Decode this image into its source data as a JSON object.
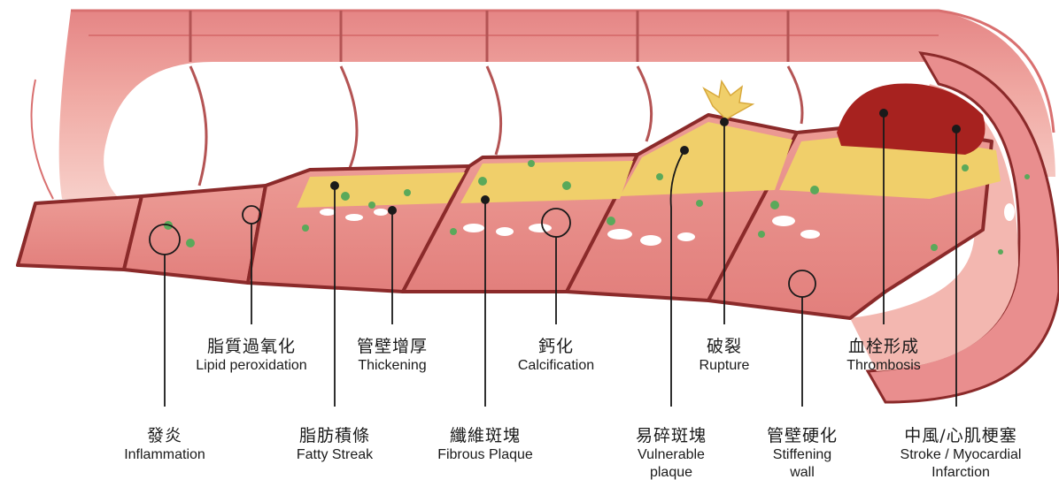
{
  "stages": [
    {
      "zh": "發炎",
      "en": "Inflammation"
    },
    {
      "zh": "脂質過氧化",
      "en": "Lipid peroxidation"
    },
    {
      "zh": "脂肪積條",
      "en": "Fatty Streak"
    },
    {
      "zh": "管壁增厚",
      "en": "Thickening"
    },
    {
      "zh": "纖維斑塊",
      "en": "Fibrous Plaque"
    },
    {
      "zh": "鈣化",
      "en": "Calcification"
    },
    {
      "zh": "易碎斑塊",
      "en": "Vulnerable plaque"
    },
    {
      "zh": "破裂",
      "en": "Rupture"
    },
    {
      "zh": "管壁硬化",
      "en": "Stiffening wall"
    },
    {
      "zh": "血栓形成",
      "en": "Thrombosis"
    },
    {
      "zh": "中風/心肌梗塞",
      "en": "Stroke / Myocardial Infarction"
    }
  ],
  "colors": {
    "wall_outer": "#e98e8e",
    "wall_shade": "#d46a6a",
    "wall_dark": "#8b2a2a",
    "lumen_inner": "#f2b3ad",
    "plaque_yellow": "#f0cf6a",
    "calcium_white": "#ffffff",
    "lipid_dot_green": "#5aa95a",
    "thrombus": "#a7221f",
    "label_text": "#1a1a1a"
  }
}
